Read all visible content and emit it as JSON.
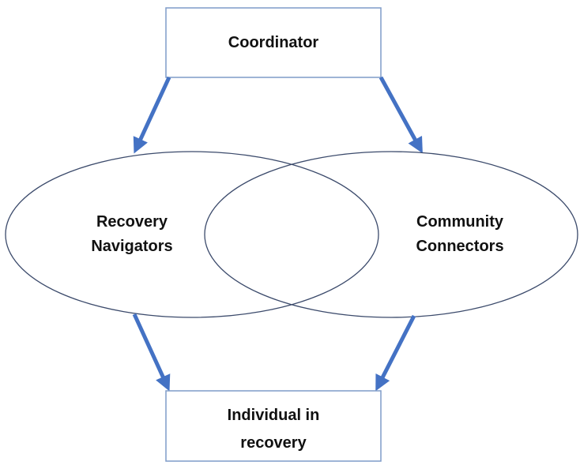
{
  "diagram": {
    "coordinator_label": "Coordinator",
    "left_ellipse": {
      "line1": "Recovery",
      "line2": "Navigators"
    },
    "right_ellipse": {
      "line1": "Community",
      "line2": "Connectors"
    },
    "bottom_box": {
      "line1": "Individual in",
      "line2": "recovery"
    }
  },
  "colors": {
    "arrow": "#4472C4",
    "shape_stroke": "#3b4a6b",
    "box_stroke": "#7f9cc8",
    "text": "#111111"
  }
}
